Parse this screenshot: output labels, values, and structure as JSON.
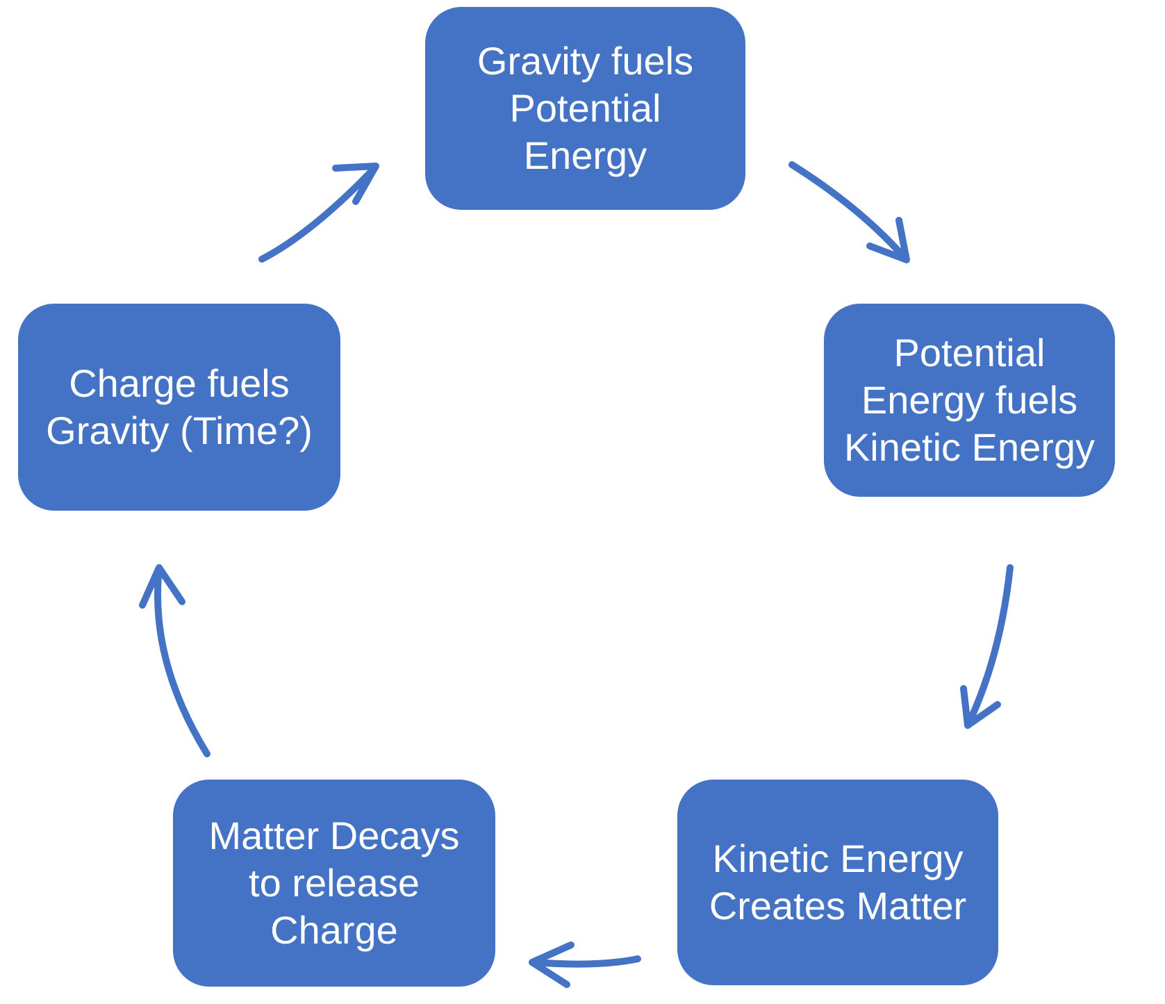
{
  "diagram": {
    "type": "cycle",
    "direction": "clockwise",
    "colors": {
      "background": "#ffffff",
      "node_fill": "#4472C4",
      "node_text": "#ffffff",
      "arrow": "#4472C4"
    },
    "nodes": [
      {
        "id": "gravity-fuels-potential",
        "position": "top",
        "label": "Gravity fuels\nPotential\nEnergy"
      },
      {
        "id": "potential-fuels-kinetic",
        "position": "right",
        "label": "Potential\nEnergy fuels\nKinetic Energy"
      },
      {
        "id": "kinetic-creates-matter",
        "position": "bottom-right",
        "label": "Kinetic Energy\nCreates Matter"
      },
      {
        "id": "matter-releases-charge",
        "position": "bottom-left",
        "label": "Matter Decays\nto release\nCharge"
      },
      {
        "id": "charge-fuels-gravity",
        "position": "left",
        "label": "Charge fuels\nGravity (Time?)"
      }
    ],
    "edges": [
      {
        "from": "gravity-fuels-potential",
        "to": "potential-fuels-kinetic"
      },
      {
        "from": "potential-fuels-kinetic",
        "to": "kinetic-creates-matter"
      },
      {
        "from": "kinetic-creates-matter",
        "to": "matter-releases-charge"
      },
      {
        "from": "matter-releases-charge",
        "to": "charge-fuels-gravity"
      },
      {
        "from": "charge-fuels-gravity",
        "to": "gravity-fuels-potential"
      }
    ]
  }
}
